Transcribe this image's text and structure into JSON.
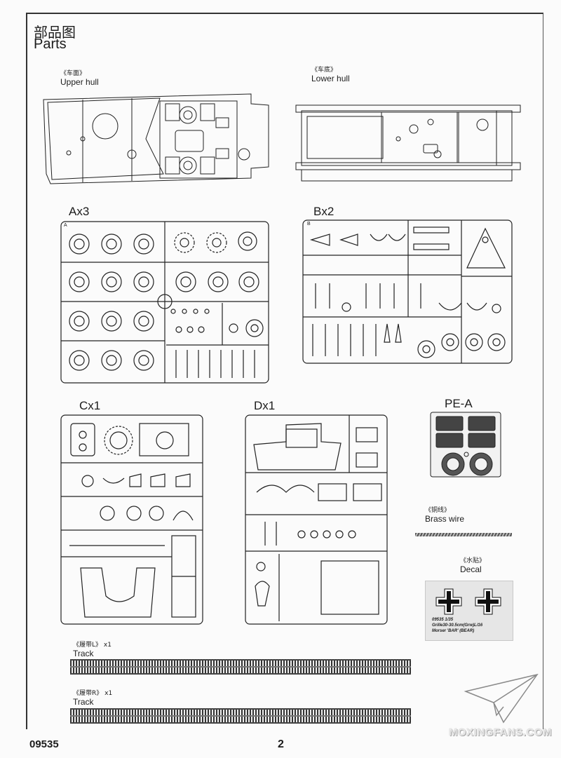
{
  "header": {
    "title_cn": "部品图",
    "title_en": "Parts"
  },
  "hull": {
    "upper": {
      "cn": "《车面》",
      "en": "Upper hull"
    },
    "lower": {
      "cn": "《车底》",
      "en": "Lower hull"
    }
  },
  "sprues": {
    "a": {
      "name": "Ax3",
      "tag": "A"
    },
    "b": {
      "name": "Bx2",
      "tag": "B"
    },
    "c": {
      "name": "Cx1"
    },
    "d": {
      "name": "Dx1"
    },
    "pe": {
      "name": "PE-A"
    }
  },
  "extras": {
    "brass": {
      "cn": "《铜线》",
      "en": "Brass wire"
    },
    "decal": {
      "cn": "《水贴》",
      "en": "Decal",
      "lines": [
        "09535  1/35",
        "Grille30-30.5cm(Grw)L/16",
        "Morser 'BAR' (BEAR)"
      ]
    }
  },
  "tracks": {
    "left": {
      "cn": "《履带L》",
      "qty": "x1",
      "en": "Track"
    },
    "right": {
      "cn": "《履带R》",
      "qty": "x1",
      "en": "Track"
    }
  },
  "footer": {
    "code": "09535",
    "page": "2",
    "watermark": "MOXINGFANS.COM"
  },
  "colors": {
    "ink": "#1c1c1c",
    "paper": "#fbfbfb",
    "decal_bg": "#e6e6e6"
  }
}
